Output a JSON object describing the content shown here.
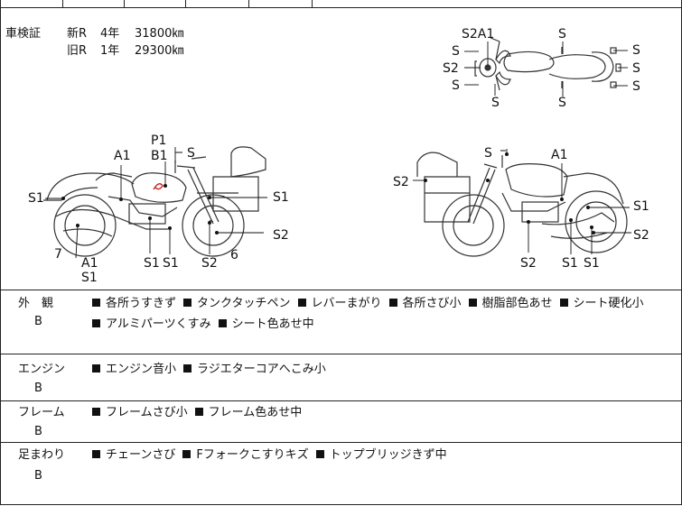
{
  "inspection": {
    "label": "車検証",
    "new_r": "新R",
    "new_years": "4年",
    "new_km": "31800㎞",
    "old_r": "旧R",
    "old_years": "1年",
    "old_km": "29300㎞"
  },
  "diagram_labels": {
    "top": {
      "s2a1": "S2A1",
      "s_top": "S",
      "s_l1": "S",
      "s2_l2": "S2",
      "s_l3": "S",
      "s_r1": "S",
      "s_r2": "S",
      "s_r3": "S",
      "s_b1": "S",
      "s_b2": "S"
    },
    "left": {
      "p1": "P1",
      "b1": "B1",
      "s_top": "S",
      "a1": "A1",
      "s1_left": "S1",
      "s1_right": "S1",
      "s2_right": "S2",
      "num7": "7",
      "a1_bottom": "A1",
      "s1_bottom_left": "S1",
      "s1_b1": "S1",
      "s1_b2": "S1",
      "s2_bottom": "S2",
      "num6": "6"
    },
    "right": {
      "s_top": "S",
      "a1": "A1",
      "s2_left": "S2",
      "s1_right": "S1",
      "s2_right": "S2",
      "s2_bottom": "S2",
      "s1_b1": "S1",
      "s1_b2": "S1"
    }
  },
  "sections": [
    {
      "title": "外　観",
      "grade": "B",
      "lines": [
        [
          "各所うすきず",
          "タンクタッチペン",
          "レバーまがり",
          "各所さび小",
          "樹脂部色あせ",
          "シート硬化小"
        ],
        [
          "アルミパーツくすみ",
          "シート色あせ中"
        ]
      ]
    },
    {
      "title": "エンジン",
      "grade": "B",
      "lines": [
        [
          "エンジン音小",
          "ラジエターコアへこみ小"
        ]
      ]
    },
    {
      "title": "フレーム",
      "grade": "B",
      "lines": [
        [
          "フレームさび小",
          "フレーム色あせ中"
        ]
      ]
    },
    {
      "title": "足まわり",
      "grade": "B",
      "lines": [
        [
          "チェーンさび",
          "Fフォークこすりキズ",
          "トップブリッジきず中"
        ]
      ]
    }
  ],
  "colors": {
    "line": "#222222",
    "mark_red": "#cc2222"
  }
}
